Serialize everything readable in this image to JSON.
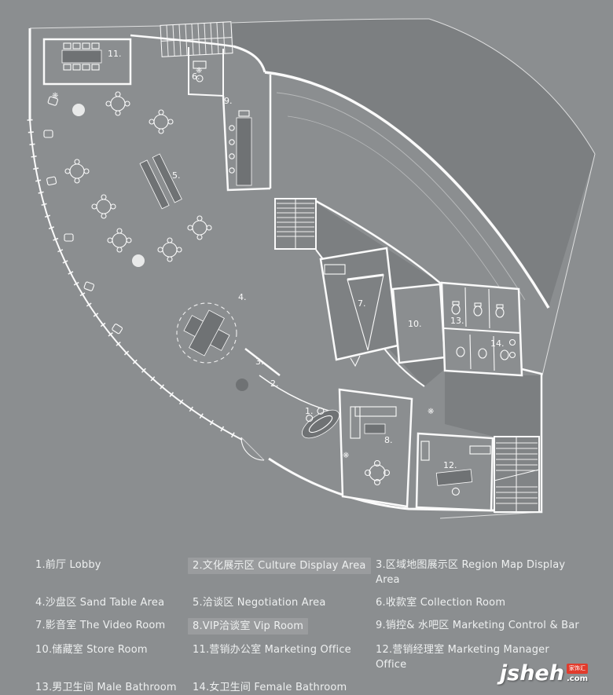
{
  "colors": {
    "background": "#8b8e90",
    "plan_dark": "#7c7f81",
    "wall": "#fafafa",
    "legend_text": "#eef0f0",
    "badge_red": "#e23b2c"
  },
  "plan": {
    "room_labels": [
      {
        "text": "1."
      },
      {
        "text": "2."
      },
      {
        "text": "3."
      },
      {
        "text": "4."
      },
      {
        "text": "5."
      },
      {
        "text": "6."
      },
      {
        "text": "7."
      },
      {
        "text": "8."
      },
      {
        "text": "9."
      },
      {
        "text": "10."
      },
      {
        "text": "11."
      },
      {
        "text": "12."
      },
      {
        "text": "13."
      },
      {
        "text": "14."
      }
    ]
  },
  "legend": {
    "items": [
      {
        "label": "1.前厅  Lobby"
      },
      {
        "label": "2.文化展示区  Culture Display Area"
      },
      {
        "label": "3.区域地图展示区  Region Map Display Area"
      },
      {
        "label": "4.沙盘区 Sand Table Area"
      },
      {
        "label": "5.洽谈区  Negotiation Area"
      },
      {
        "label": "6.收款室  Collection Room"
      },
      {
        "label": "7.影音室 The Video Room"
      },
      {
        "label": "8.VIP洽谈室 Vip Room"
      },
      {
        "label": "9.销控& 水吧区 Marketing Control & Bar"
      },
      {
        "label": "10.储藏室 Store Room"
      },
      {
        "label": "11.营销办公室 Marketing Office"
      },
      {
        "label": "12.营销经理室 Marketing Manager Office"
      },
      {
        "label": "13.男卫生间  Male Bathroom"
      },
      {
        "label": "14.女卫生间 Female Bathroom"
      }
    ]
  },
  "watermark": {
    "name": "jsheh",
    "tld": ".com",
    "badge": "家饰汇"
  }
}
